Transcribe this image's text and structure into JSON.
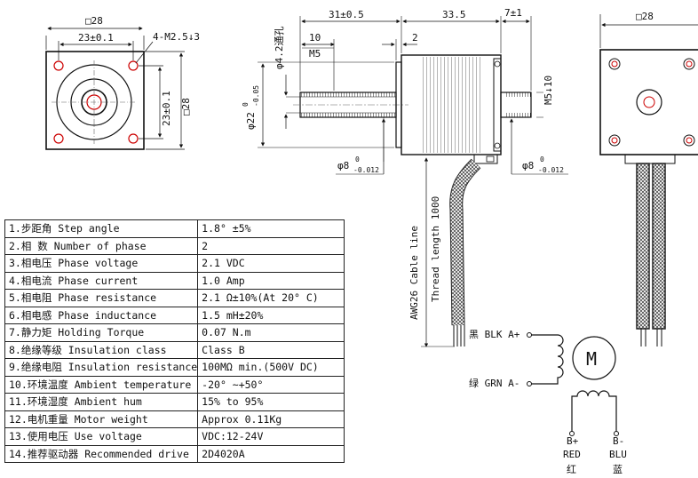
{
  "front_view": {
    "dim_width": "□28",
    "dim_hole_spacing_h": "23±0.1",
    "dim_hole_spacing_v": "23±0.1",
    "dim_height": "□28",
    "hole_note": "4-M2.5↓3"
  },
  "side_view": {
    "dim_body": "31±0.5",
    "dim_length": "33.5",
    "dim_rear": "7±1",
    "dim_thread_len": "10",
    "dim_thread": "M5",
    "dim_flange": "2",
    "dim_through_hole": "φ4.2通孔",
    "dim_boss": "φ22",
    "dim_boss_tol_upper": "0",
    "dim_boss_tol_lower": "-0.05",
    "dim_shaft_front": "φ8",
    "dim_shaft_front_tol_upper": "0",
    "dim_shaft_front_tol_lower": "-0.012",
    "dim_shaft_rear": "φ8",
    "dim_shaft_rear_tol_upper": "0",
    "dim_shaft_rear_tol_lower": "-0.012",
    "dim_rear_thread": "M5↓10",
    "cable_label_1": "AWG26 Cable line",
    "cable_label_2": "Thread length 1000"
  },
  "rear_view": {
    "dim_width": "□28"
  },
  "wiring": {
    "motor_label": "M",
    "a_plus": "黑 BLK A+",
    "a_minus": "绿 GRN A-",
    "b_plus": "B+",
    "b_plus_color": "RED",
    "b_plus_cn": "红",
    "b_minus": "B-",
    "b_minus_color": "BLU",
    "b_minus_cn": "蓝"
  },
  "specs": [
    {
      "label": "1.步距角 Step angle",
      "value": "1.8° ±5%"
    },
    {
      "label": "2.相 数 Number of phase",
      "value": "2"
    },
    {
      "label": "3.相电压 Phase voltage",
      "value": "2.1 VDC"
    },
    {
      "label": "4.相电流 Phase current",
      "value": "1.0 Amp"
    },
    {
      "label": "5.相电阻 Phase resistance",
      "value": "2.1 Ω±10%(At 20° C)"
    },
    {
      "label": "6.相电感 Phase inductance",
      "value": "1.5 mH±20%"
    },
    {
      "label": "7.静力矩 Holding Torque",
      "value": "0.07 N.m"
    },
    {
      "label": "8.绝缘等级 Insulation class",
      "value": "Class B"
    },
    {
      "label": "9.绝缘电阻 Insulation resistance",
      "value": "100MΩ min.(500V DC)"
    },
    {
      "label": "10.环境温度 Ambient temperature",
      "value": "-20° ~+50°"
    },
    {
      "label": "11.环境湿度 Ambient hum",
      "value": "15% to 95%"
    },
    {
      "label": "12.电机重量 Motor weight",
      "value": "Approx 0.11Kg"
    },
    {
      "label": "13.使用电压 Use voltage",
      "value": "VDC:12-24V"
    },
    {
      "label": "14.推荐驱动器 Recommended drive",
      "value": "2D4020A"
    }
  ]
}
